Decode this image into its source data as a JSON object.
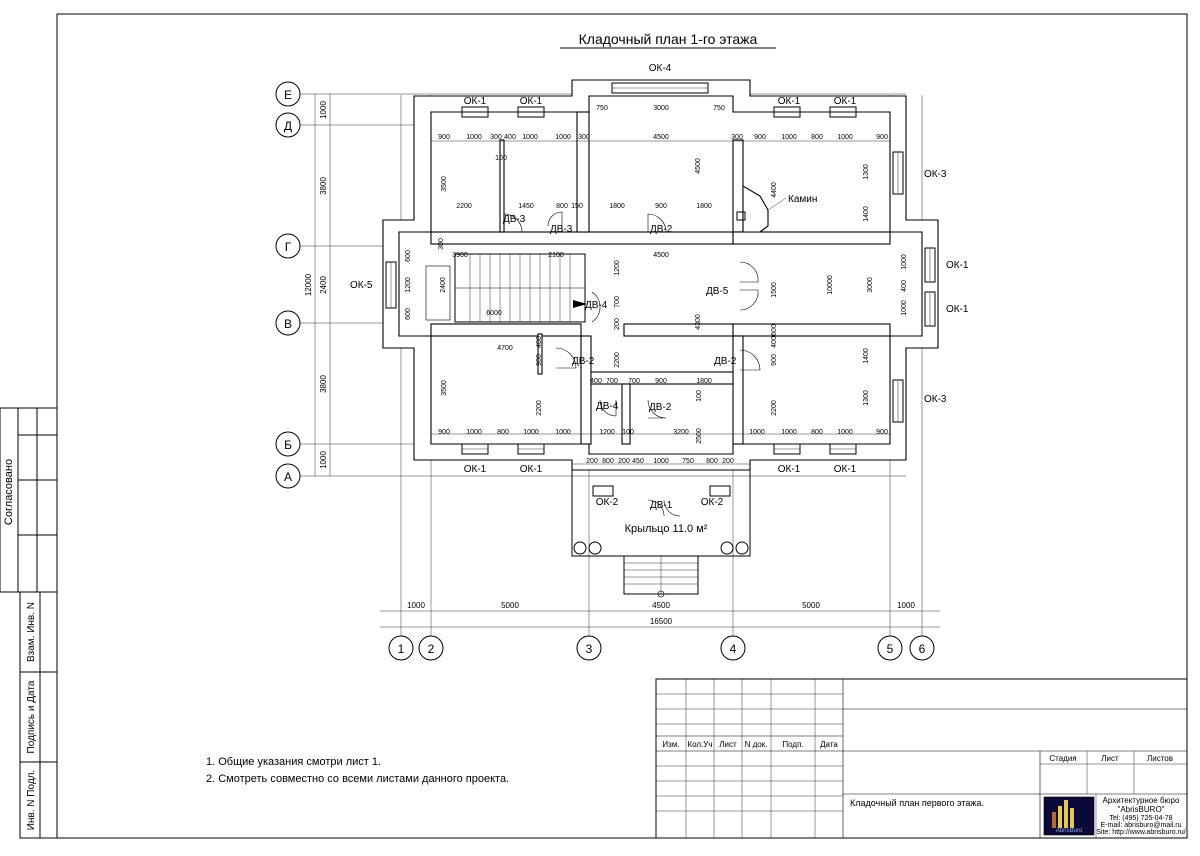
{
  "title": "Кладочный план 1-го этажа",
  "grid_letters": [
    "Е",
    "Д",
    "Г",
    "В",
    "Б",
    "А"
  ],
  "grid_numbers": [
    "1",
    "2",
    "3",
    "4",
    "5",
    "6"
  ],
  "left_dims": [
    "1000",
    "3800",
    "2400",
    "12000",
    "3800",
    "1000"
  ],
  "bottom_dims": [
    "1000",
    "5000",
    "4500",
    "5000",
    "1000"
  ],
  "bottom_total": "16500",
  "openings": {
    "ok1": "ОК-1",
    "ok2": "ОК-2",
    "ok3": "ОК-3",
    "ok4": "ОК-4",
    "ok5": "ОК-5",
    "dv1": "ДВ-1",
    "dv2": "ДВ-2",
    "dv3": "ДВ-3",
    "dv4": "ДВ-4",
    "dv5": "ДВ-5"
  },
  "labels": {
    "kamin": "Камин",
    "porch": "Крыльцо 11.0 м²"
  },
  "dims": {
    "d100": "100",
    "d150": "150",
    "d200": "200",
    "d300": "300",
    "d400": "400",
    "d450": "450",
    "d600": "600",
    "d700": "700",
    "d750": "750",
    "d800": "800",
    "d900": "900",
    "d1000": "1000",
    "d1200": "1200",
    "d1300": "1300",
    "d1400": "1400",
    "d1450": "1450",
    "d1500": "1500",
    "d1800": "1800",
    "d2100": "2100",
    "d2200": "2200",
    "d2400": "2400",
    "d2500": "2500",
    "d3000": "3000",
    "d3200": "3200",
    "d3500": "3500",
    "d3900": "3900",
    "d4300": "4300",
    "d4400": "4400",
    "d4500": "4500",
    "d4700": "4700",
    "d6000": "6000",
    "d10000": "10000"
  },
  "notes": [
    "1. Общие указания смотри лист 1.",
    "2. Смотреть совместно со всеми листами данного проекта."
  ],
  "side_stamp": {
    "agreed": "Согласовано",
    "vzam": "Взам. Инв. N",
    "podpis": "Подпись и Дата",
    "inv": "Инв. N Подл."
  },
  "title_block": {
    "cols": [
      "Изм.",
      "Кол.Уч",
      "Лист",
      "N док.",
      "Подп.",
      "Дата"
    ],
    "stage_headers": [
      "Стадия",
      "Лист",
      "Листов"
    ],
    "sheet_name": "Кладочный план первого этажа.",
    "logo_text": "AbrisBuro",
    "firm": "Архитектурное бюро",
    "firm_name": "\"AbrisBURO\"",
    "tel": "Tel: (495) 725-04-78",
    "email": "E-mail: abrisburo@mail.ru",
    "site": "Site: http://www.abrisburo.ru/"
  }
}
